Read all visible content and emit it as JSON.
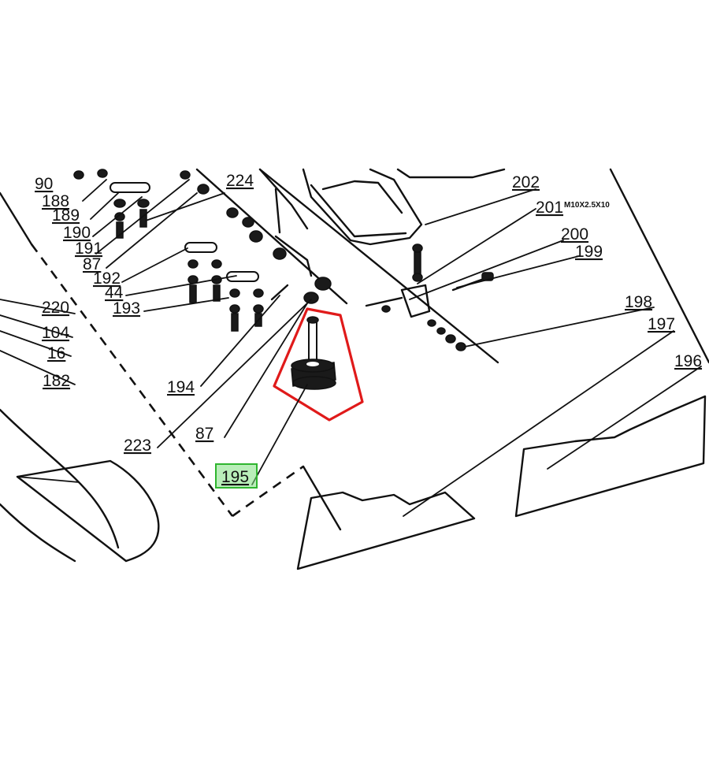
{
  "colors": {
    "line": "#111111",
    "highlight_outline": "#e01a1a",
    "label_highlight": "#7fe07f"
  },
  "labels": {
    "l90": "90",
    "l188": "188",
    "l189": "189",
    "l190": "190",
    "l191": "191",
    "l87a": "87",
    "l192": "192",
    "l44": "44",
    "l193": "193",
    "l224": "224",
    "l202": "202",
    "l201": "201",
    "l201_note": "M10X2.5X10",
    "l200": "200",
    "l199": "199",
    "l198": "198",
    "l197": "197",
    "l196": "196",
    "l220": "220",
    "l104": "104",
    "l16": "16",
    "l182": "182",
    "l194": "194",
    "l87b": "87",
    "l223": "223",
    "l195": "195"
  },
  "highlighted_part": "195"
}
